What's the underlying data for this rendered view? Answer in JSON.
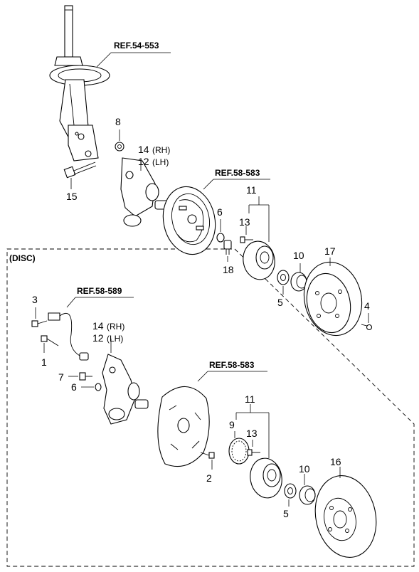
{
  "section_label": "(DISC)",
  "refs": {
    "strut": "REF.54-553",
    "drum_backing": "REF.58-583",
    "abs_sensor": "REF.58-589",
    "disc_shield": "REF.58-583"
  },
  "callouts": {
    "c8": "8",
    "c14_top": "14",
    "c14_top_side": "(RH)",
    "c12_top": "12",
    "c12_top_side": "(LH)",
    "c15": "15",
    "c6_top": "6",
    "c11_top": "11",
    "c13_top": "13",
    "c18": "18",
    "c10_top": "10",
    "c17": "17",
    "c5_top": "5",
    "c4": "4",
    "c3": "3",
    "c1": "1",
    "c14_bot": "14",
    "c14_bot_side": "(RH)",
    "c12_bot": "12",
    "c12_bot_side": "(LH)",
    "c7": "7",
    "c6_bot": "6",
    "c11_bot": "11",
    "c9": "9",
    "c13_bot": "13",
    "c2": "2",
    "c10_bot": "10",
    "c16": "16",
    "c5_bot": "5"
  }
}
